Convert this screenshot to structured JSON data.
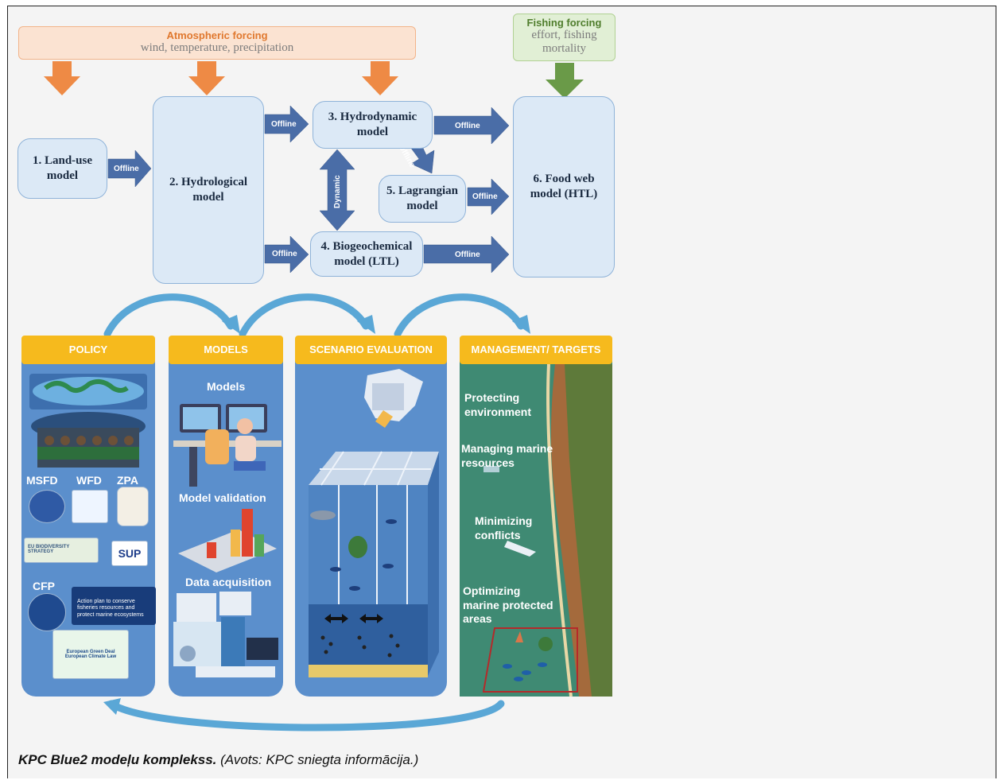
{
  "forcing": {
    "atmospheric": {
      "title": "Atmospheric forcing",
      "subtitle": "wind, temperature, precipitation"
    },
    "fishing": {
      "title": "Fishing forcing",
      "subtitle": "effort, fishing mortality"
    }
  },
  "models": {
    "land_use": "1. Land-use\nmodel",
    "hydrological": "2. Hydrological\nmodel",
    "hydrodynamic": "3. Hydrodynamic\nmodel",
    "biogeochemical": "4. Biogeochemical\nmodel (LTL)",
    "lagrangian": "5. Lagrangian\nmodel",
    "food_web": "6. Food web\nmodel (HTL)"
  },
  "links": {
    "offline": "Offline",
    "dynamic": "Dynamic"
  },
  "panels": {
    "policy": {
      "header": "POLICY",
      "labels": [
        "MSFD",
        "WFD",
        "ZPA",
        "CFP"
      ],
      "biodiversity": "EU BIODIVERSITY STRATEGY",
      "sup": "SUP",
      "action_plan": "Action plan to conserve fisheries resources and protect marine ecosystems",
      "green_deal": "European Green Deal European Climate Law"
    },
    "models": {
      "header": "MODELS",
      "items": [
        "Models",
        "Model validation",
        "Data acquisition"
      ]
    },
    "scenario": {
      "header": "SCENARIO EVALUATION"
    },
    "management": {
      "header": "MANAGEMENT/ TARGETS",
      "items": [
        "Protecting environment",
        "Managing marine resources",
        "Minimizing conflicts",
        "Optimizing marine protected areas"
      ]
    }
  },
  "caption": {
    "bold": "KPC Blue2 modeļu komplekss.",
    "rest": " (Avots: KPC sniegta informācija.)"
  },
  "colors": {
    "box_fill": "#dce9f6",
    "arrow_blue": "#4a6da7",
    "arrow_orange": "#ee8a45",
    "arrow_green": "#6a9a48",
    "panel_blue": "#5b8fcc",
    "header_yellow": "#f6ba1d"
  }
}
